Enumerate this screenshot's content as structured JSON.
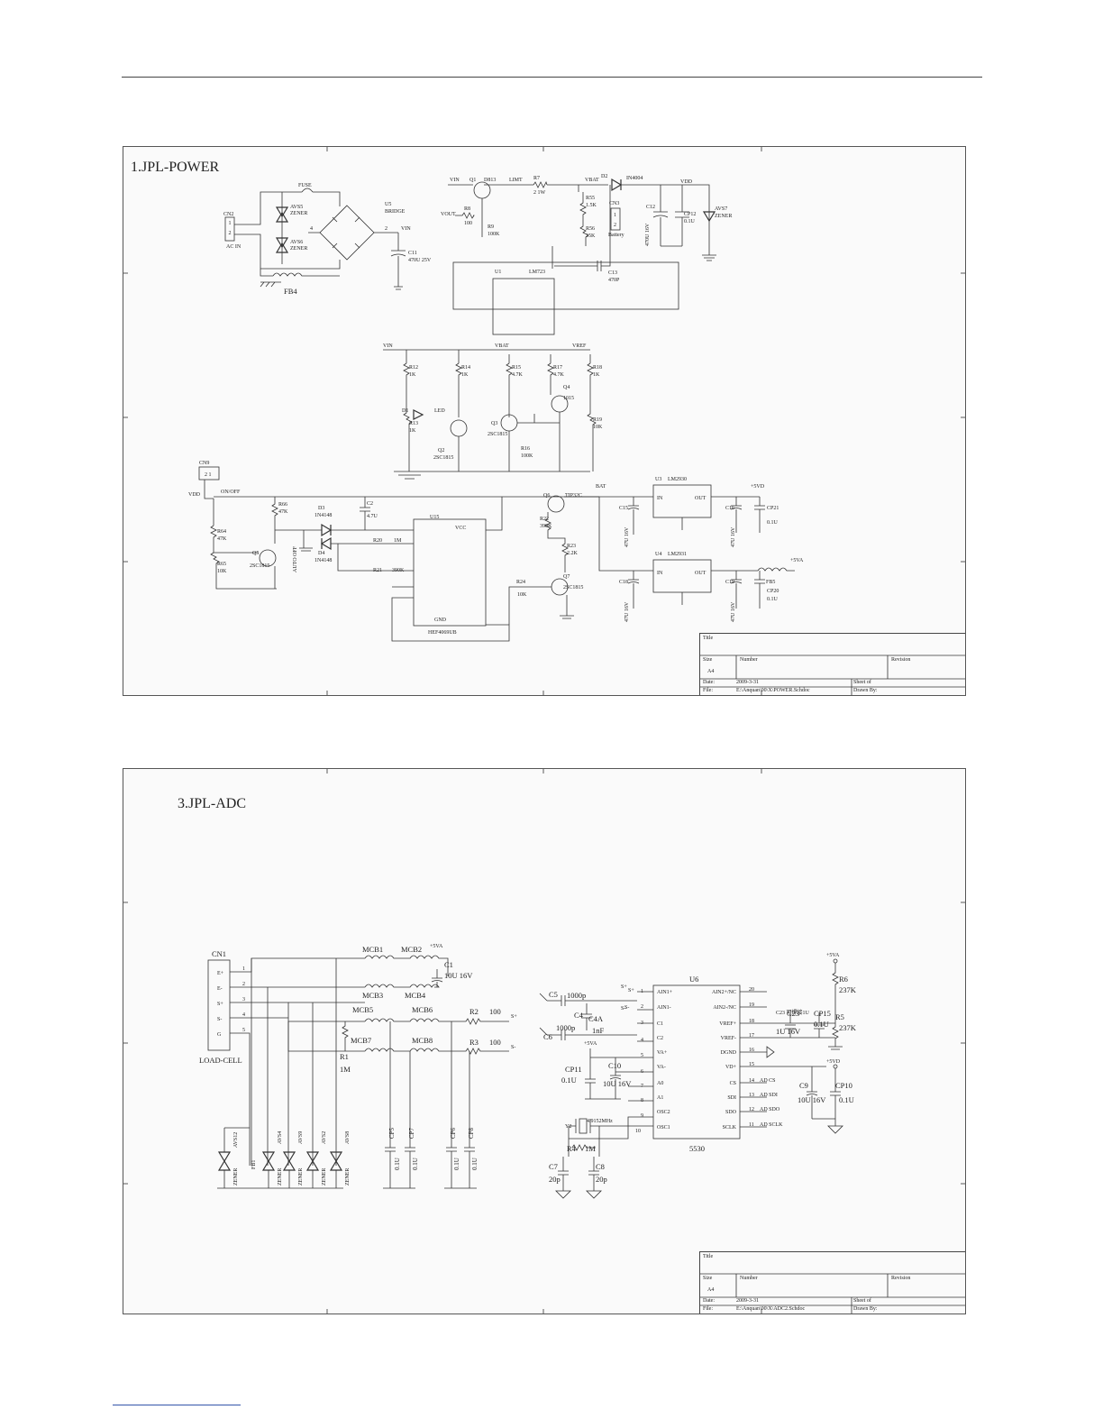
{
  "sheets": [
    {
      "title": "1.JPL-POWER",
      "title_block": {
        "title_label": "Title",
        "size_label": "Size",
        "size": "A4",
        "number_label": "Number",
        "revision_label": "Revision",
        "date_label": "Date:",
        "date": "2009-3-31",
        "sheet_label": "Sheet   of",
        "file_label": "File:",
        "file": "E:\\Anquan\\00\\X\\POWER.Schdoc",
        "drawn_label": "Drawn By:"
      },
      "labels": {
        "cn2": "CN2",
        "ac_in": "AC IN",
        "fuse": "FUSE",
        "avs5": "AVS5",
        "avs6": "AVS6",
        "zener": "ZENER",
        "fb4": "FB4",
        "u15": "U5",
        "bridge": "BRIDGE",
        "vin": "VIN",
        "c11": "C11",
        "c11v": "470U 25V",
        "q1": "Q1",
        "d813": "D813",
        "limit": "LIMT",
        "r7": "R7",
        "r7v": "2 1W",
        "vbat": "VBAT",
        "d2": "D2",
        "in4004": "IN4004",
        "vdd": "VDD",
        "r55": "R55",
        "r55v": "1.5K",
        "r56": "R56",
        "r56v": "15K",
        "cn3": "CN3",
        "battery": "Battery",
        "c12": "C12",
        "c12v": "470U 16V",
        "cp12": "CP12",
        "cp12v": "0.1U",
        "avs7": "AVS7",
        "vout": "VOUT",
        "r8": "R8",
        "r8v": "100",
        "r9": "R9",
        "r9v": "100K",
        "u1": "U1",
        "lm723": "LM723",
        "c13": "C13",
        "c13v": "470P",
        "led": "LED",
        "d1": "D1",
        "q2": "Q2",
        "q3": "Q3",
        "q4": "Q4",
        "npn": "2SC1815",
        "q4v": "1015",
        "r12": "R12",
        "r13": "R13",
        "r14": "R14",
        "r15": "R15",
        "r17": "R17",
        "r18": "R18",
        "r19": "R19",
        "r16": "R16",
        "k1": "1K",
        "k47": "4.7K",
        "k10": "10K",
        "k100": "100K",
        "vref": "VREF",
        "cn9": "CN9",
        "onoff": "ON/OFF",
        "r66": "R66",
        "r66v": "47K",
        "r64": "R64",
        "r64v": "47K",
        "r65": "R65",
        "q5": "Q5",
        "d3": "D3",
        "d4": "D4",
        "in4148": "1N4148",
        "autooff": "AUTO OFF",
        "c2": "C2",
        "c2v": "4.7U",
        "u15b": "U15",
        "vcc": "VCC",
        "gnd": "GND",
        "hef": "HEF4069UB",
        "r20": "R20",
        "r20v": "1M",
        "r21": "R21",
        "r21v": "390K",
        "q6": "Q6",
        "tip32c": "TIP32C",
        "bat": "BAT",
        "r22": "R22",
        "r22v": "390K",
        "r23": "R23",
        "r23v": "2.2K",
        "r24": "R24",
        "r24v": "10K",
        "q7": "Q7",
        "u3": "U3",
        "lm2930": "LM2930",
        "u4": "U4",
        "lm2931": "LM2931",
        "in": "IN",
        "out": "OUT",
        "p5vd": "+5VD",
        "p5va": "+5VA",
        "c15": "C15",
        "c16": "C16",
        "c18": "C18",
        "c19": "C19",
        "cap47": "47U 16V",
        "cp21": "CP21",
        "cp20": "CP20",
        "u01": "0.1U",
        "fb5": "FB5"
      }
    },
    {
      "title": "3.JPL-ADC",
      "title_block": {
        "title_label": "Title",
        "size_label": "Size",
        "size": "A4",
        "number_label": "Number",
        "revision_label": "Revision",
        "date_label": "Date:",
        "date": "2009-3-31",
        "sheet_label": "Sheet   of",
        "file_label": "File:",
        "file": "E:\\Anquan\\00\\X\\ADC2.Schdoc",
        "drawn_label": "Drawn By:"
      },
      "labels": {
        "cn1": "CN1",
        "loadcell": "LOAD-CELL",
        "ep": "E+",
        "em": "E-",
        "sp": "S+",
        "sm": "S-",
        "g": "G",
        "mcb1": "MCB1",
        "mcb2": "MCB2",
        "mcb3": "MCB3",
        "mcb4": "MCB4",
        "mcb5": "MCB5",
        "mcb6": "MCB6",
        "mcb7": "MCB7",
        "mcb8": "MCB8",
        "p5va": "+5VA",
        "c1": "C1",
        "c1v": "10U 16V",
        "r1": "R1",
        "r1v": "1M",
        "r2": "R2",
        "r3": "R3",
        "v100": "100",
        "cp5": "CP5",
        "cp7": "CP7",
        "cp6": "CP6",
        "cp8": "CP8",
        "u01": "0.1U",
        "avs12": "AVS12",
        "avs4": "AVS4",
        "avs9": "AVS9",
        "avs2": "AVS2",
        "avs8": "AVS8",
        "fb1": "FB1",
        "zener": "ZENER",
        "c5": "C5",
        "c5v": "1000p",
        "c4": "C4",
        "c4v": "1nF",
        "c6": "C6",
        "c6v": "1000p",
        "c4a": "C4A",
        "cp11": "CP11",
        "c10": "C10",
        "c10v": "10U 16V",
        "y2": "Y2",
        "xtal": "4.9152MHz",
        "r4": "R4",
        "r4v": "1M",
        "c7": "C7",
        "c8": "C8",
        "pf20": "20p",
        "u6": "U6",
        "chip": "5530",
        "pl": [
          "AIN1+",
          "AIN1-",
          "C1",
          "C2",
          "VA+",
          "VA-",
          "A0",
          "A1",
          "OSC2",
          "OSC1"
        ],
        "pr": [
          "AIN2+/NC",
          "AIN2-/NC",
          "VREF+",
          "VREF-",
          "DGND",
          "VD+",
          "CS",
          "SDI",
          "SDO",
          "SCLK"
        ],
        "nr": [
          "20",
          "19",
          "18",
          "17",
          "16",
          "15",
          "14",
          "13",
          "12",
          "11"
        ],
        "ad": [
          "AD CS",
          "AD SDI",
          "AD SDO",
          "AD SCLK"
        ],
        "r6": "R6",
        "r6v": "237K",
        "r5": "R5",
        "r5v": "237K",
        "c23": "C23",
        "c23v": "1U 16V",
        "cp15": "CP15",
        "c9": "C9",
        "c9v": "10U 16V",
        "cp10": "CP10",
        "p5vd": "+5VD",
        "c23note": "C23 可焊接1U"
      }
    }
  ]
}
